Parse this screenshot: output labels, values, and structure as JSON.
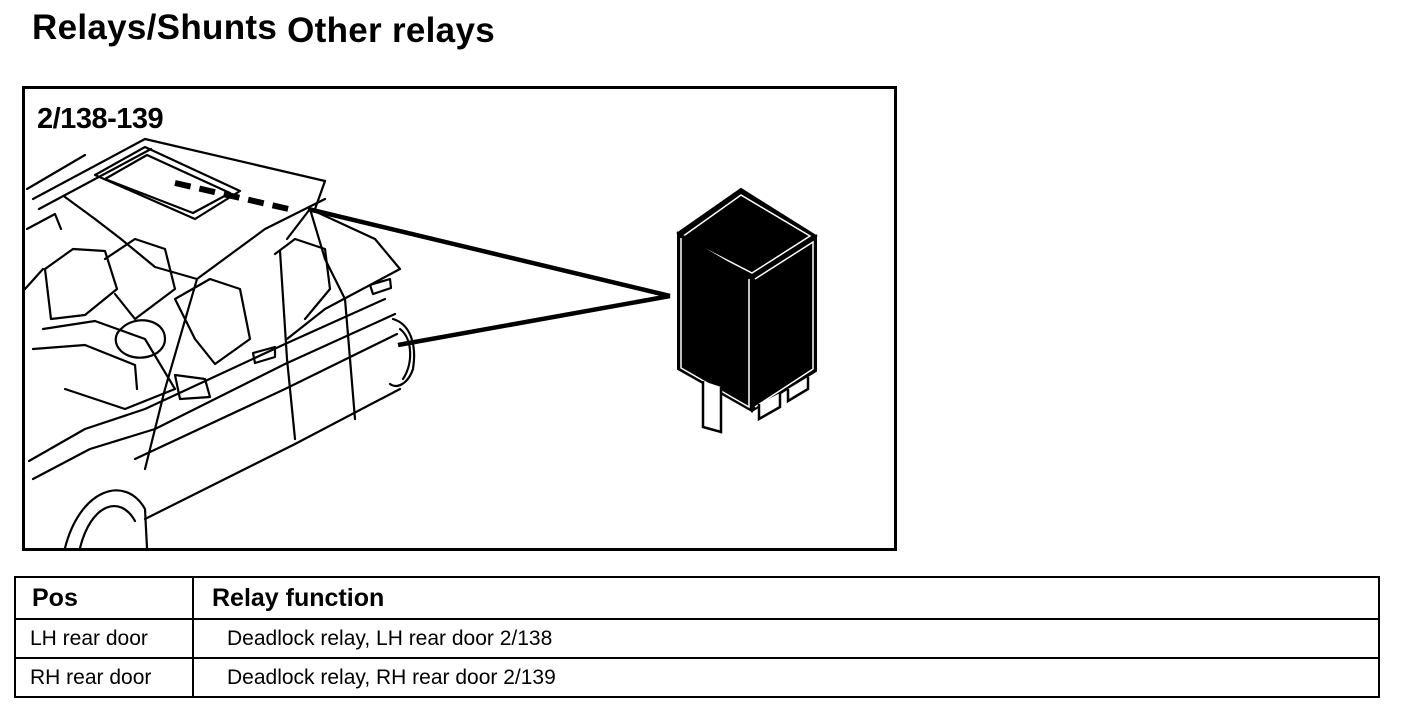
{
  "title": {
    "part1": "Relays/Shunts",
    "part2": "Other relays"
  },
  "figure": {
    "label": "2/138-139",
    "illustration_icon": "car-door-relay-location-icon",
    "relay_icon": "relay-icon"
  },
  "table": {
    "headers": {
      "pos": "Pos",
      "function": "Relay function"
    },
    "rows": [
      {
        "pos": "LH rear door",
        "function": "Deadlock relay, LH rear door 2/138"
      },
      {
        "pos": "RH rear door",
        "function": "Deadlock relay, RH rear door 2/139"
      }
    ]
  }
}
